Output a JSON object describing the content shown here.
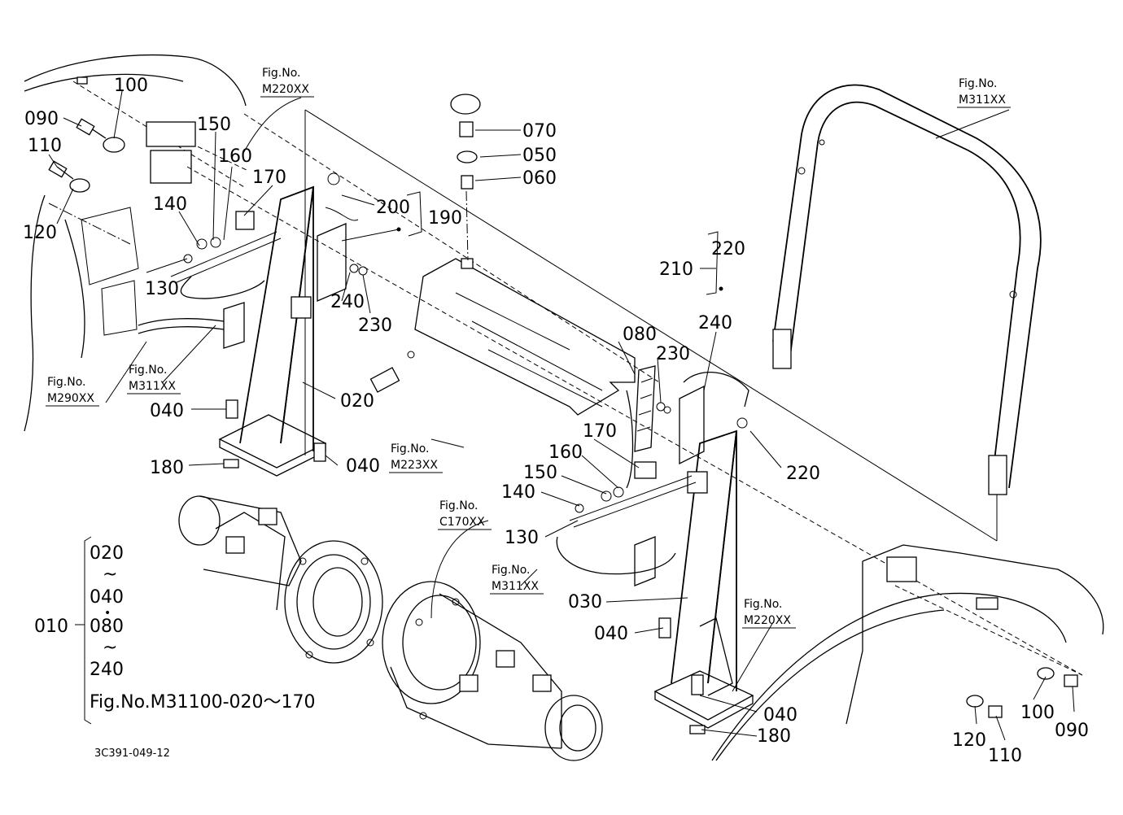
{
  "callouts": {
    "c100a": "100",
    "c090a": "090",
    "c110a": "110",
    "c120a": "120",
    "c150a": "150",
    "c160a": "160",
    "c170a": "170",
    "c140a": "140",
    "c130a": "130",
    "c200": "200",
    "c190": "190",
    "c240a": "240",
    "c230a": "230",
    "c070": "070",
    "c050": "050",
    "c060": "060",
    "c020": "020",
    "c040a": "040",
    "c040b": "040",
    "c180a": "180",
    "c080": "080",
    "c230b": "230",
    "c240b": "240",
    "c210": "210",
    "c220a": "220",
    "c220b": "220",
    "c170b": "170",
    "c160b": "160",
    "c150b": "150",
    "c140b": "140",
    "c130b": "130",
    "c030": "030",
    "c040c": "040",
    "c040d": "040",
    "c180b": "180",
    "c100b": "100",
    "c090b": "090",
    "c120b": "120",
    "c110b": "110"
  },
  "figrefs": {
    "f1": {
      "label": "Fig.No.",
      "code": "M220XX"
    },
    "f2": {
      "label": "Fig.No.",
      "code": "M311XX"
    },
    "f3": {
      "label": "Fig.No.",
      "code": "M311XX"
    },
    "f4": {
      "label": "Fig.No.",
      "code": "M290XX"
    },
    "f5": {
      "label": "Fig.No.",
      "code": "M223XX"
    },
    "f6": {
      "label": "Fig.No.",
      "code": "C170XX"
    },
    "f7": {
      "label": "Fig.No.",
      "code": "M311XX"
    },
    "f8": {
      "label": "Fig.No.",
      "code": "M220XX"
    }
  },
  "legend": {
    "assembly": "010",
    "l1": "020",
    "t1": "~",
    "l2": "040",
    "d1": "•",
    "l3": "080",
    "t2": "~",
    "l4": "240",
    "note": "Fig.No.M31100-020～170"
  },
  "drawing_code": "3C391-049-12"
}
